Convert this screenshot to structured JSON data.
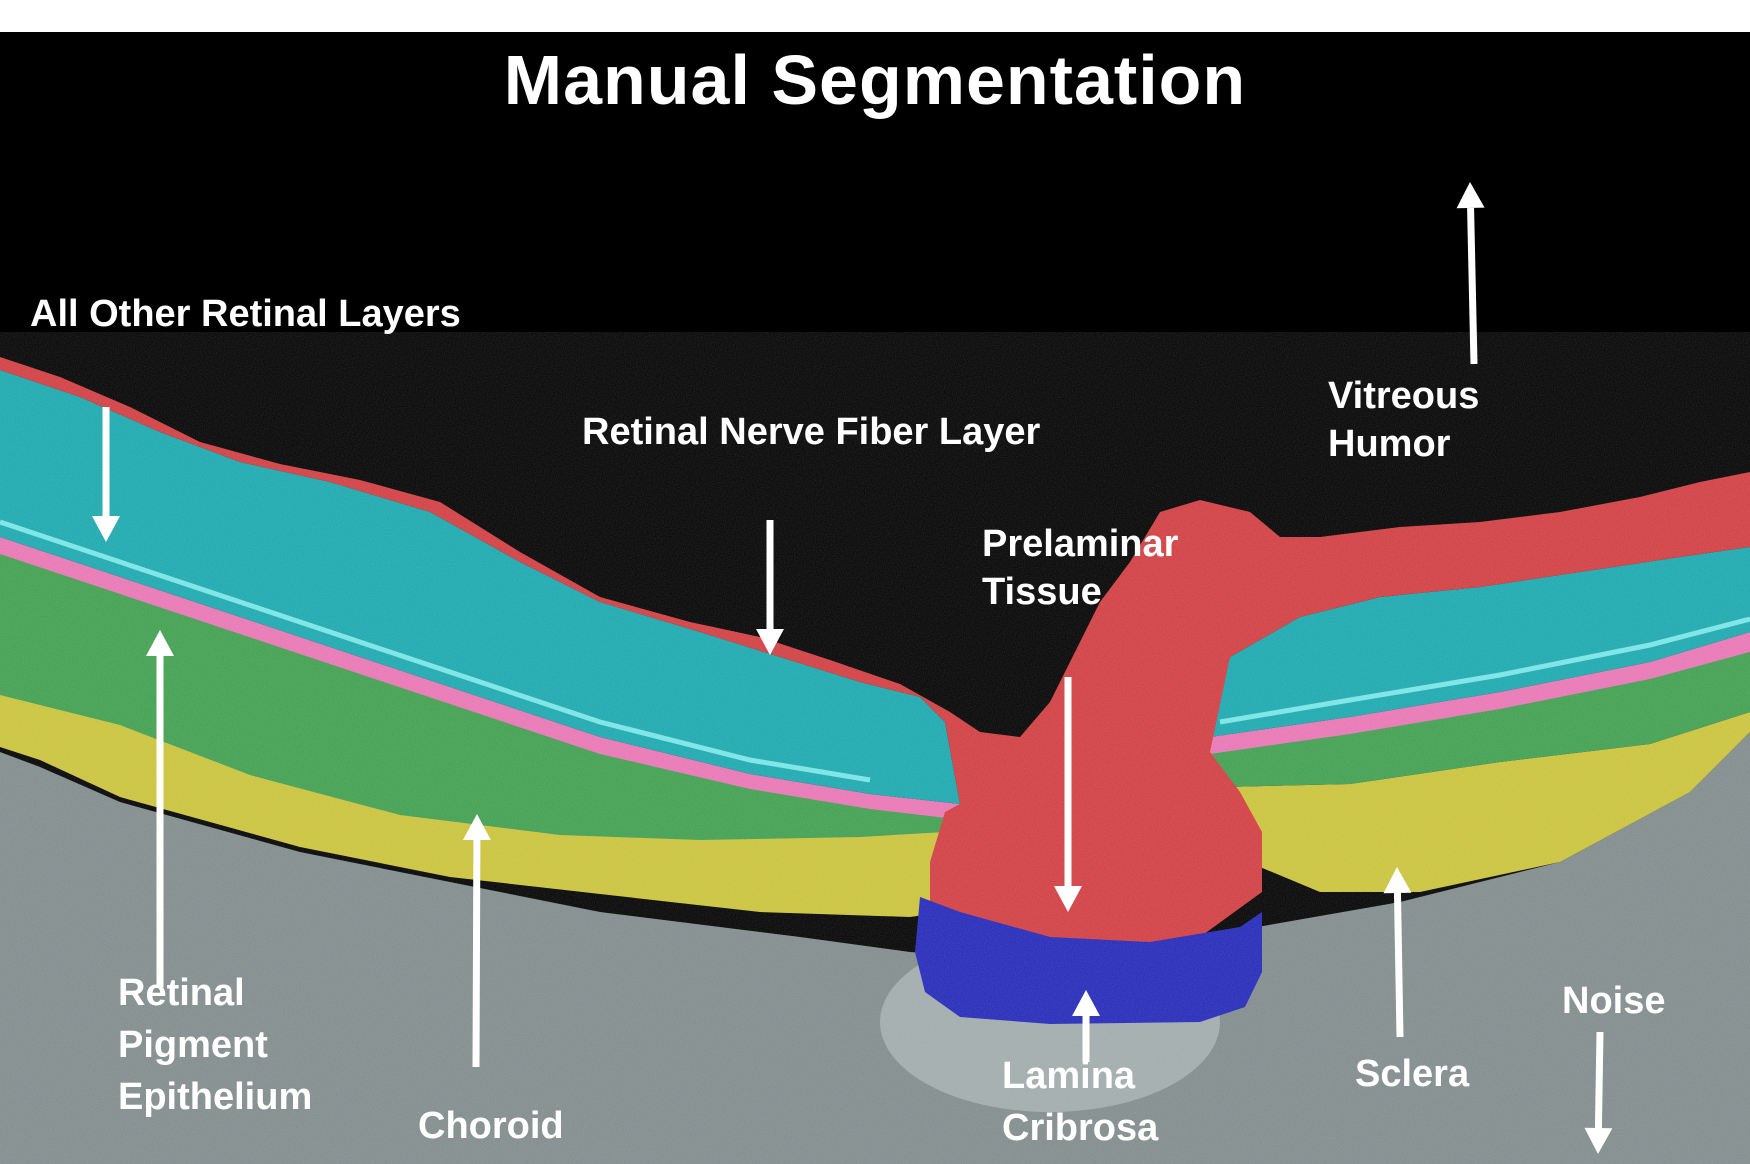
{
  "title": "Manual Segmentation",
  "colors": {
    "background": "#000000",
    "retinal_layers": "#19a7ad",
    "rnfl": "#d03c40",
    "rpe": "#e874b4",
    "choroid": "#3f9e4e",
    "sclera": "#c9c23a",
    "lamina": "#2227b8",
    "noise": "#7f8a8b",
    "arrows": "#ffffff"
  },
  "labels": {
    "retinal_layers": "All Other Retinal Layers",
    "rnfl": "Retinal Nerve Fiber Layer",
    "vitreous": [
      "Vitreous",
      "Humor"
    ],
    "prelaminar": [
      "Prelaminar",
      "Tissue"
    ],
    "rpe": [
      "Retinal",
      "Pigment",
      "Epithelium"
    ],
    "choroid": "Choroid",
    "lamina": [
      "Lamina",
      "Cribrosa"
    ],
    "sclera": "Sclera",
    "noise": "Noise"
  },
  "icons": [
    "arrow-down-icon",
    "arrow-up-icon"
  ]
}
